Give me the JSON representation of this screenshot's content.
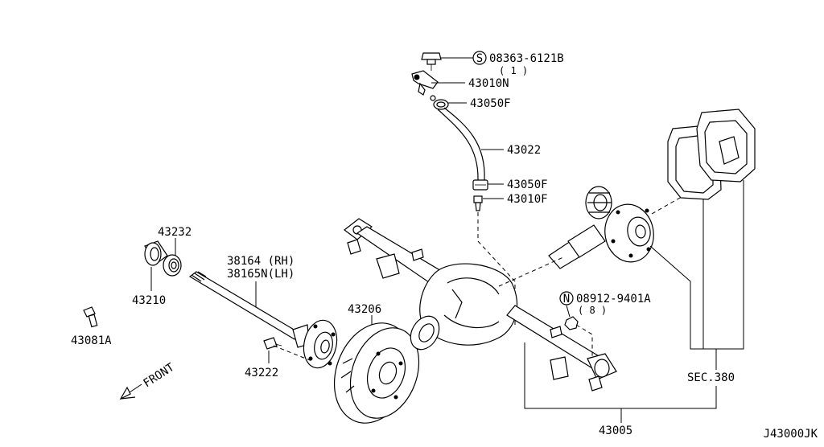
{
  "diagram_id": "J43000JK",
  "front_label": "FRONT",
  "callouts": {
    "bolt_a": {
      "symbol": "S",
      "code": "08363-6121B",
      "qty": "( 1 )"
    },
    "nut_b": {
      "symbol": "N",
      "code": "08912-9401A",
      "qty": "( 8 )"
    }
  },
  "labels": {
    "p43010N": "43010N",
    "p43050F_top": "43050F",
    "p43022": "43022",
    "p43050F_bot": "43050F",
    "p43010F": "43010F",
    "p43232": "43232",
    "p43210": "43210",
    "p43081A": "43081A",
    "p38164": "38164 (RH)",
    "p38165N": "38165N(LH)",
    "p43206": "43206",
    "p43222": "43222",
    "p43005": "43005",
    "sec380": "SEC.380"
  }
}
